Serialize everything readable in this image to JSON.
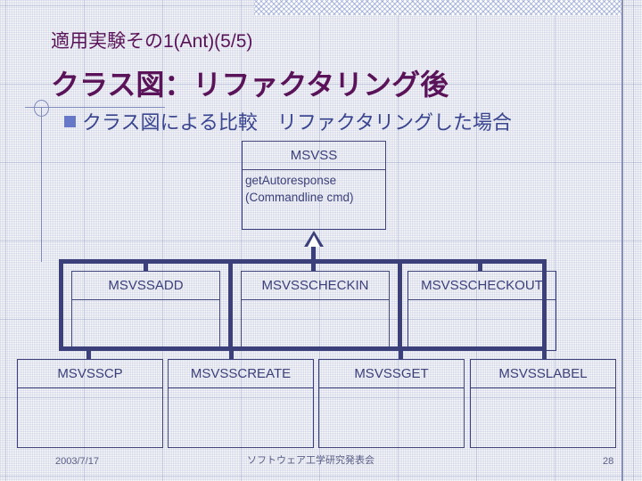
{
  "slide": {
    "kicker": "適用実験その1(Ant)(5/5)",
    "title": "クラス図：リファクタリング後",
    "bullet": {
      "marker": "square-bullet",
      "text": "クラス図による比較　リファクタリングした場合"
    },
    "accent_color": "#3b3f7a",
    "title_color": "#5a1358",
    "bullet_color": "#3a4590",
    "bullet_square_color": "#6878c8"
  },
  "diagram": {
    "type": "uml-class-diagram",
    "relation": "generalization",
    "root": {
      "name": "MSVSS",
      "operations": [
        "getAutoresponse",
        "(Commandline cmd)"
      ]
    },
    "row2": [
      {
        "name": "MSVSSADD",
        "operations": []
      },
      {
        "name": "MSVSSCHECKIN",
        "operations": []
      },
      {
        "name": "MSVSSCHECKOUT",
        "operations": []
      }
    ],
    "row3": [
      {
        "name": "MSVSSCP",
        "operations": []
      },
      {
        "name": "MSVSSCREATE",
        "operations": []
      },
      {
        "name": "MSVSSGET",
        "operations": []
      },
      {
        "name": "MSVSSLABEL",
        "operations": []
      }
    ]
  },
  "footer": {
    "date": "2003/7/17",
    "title": "ソフトウェア工学研究発表会",
    "page": "28"
  }
}
